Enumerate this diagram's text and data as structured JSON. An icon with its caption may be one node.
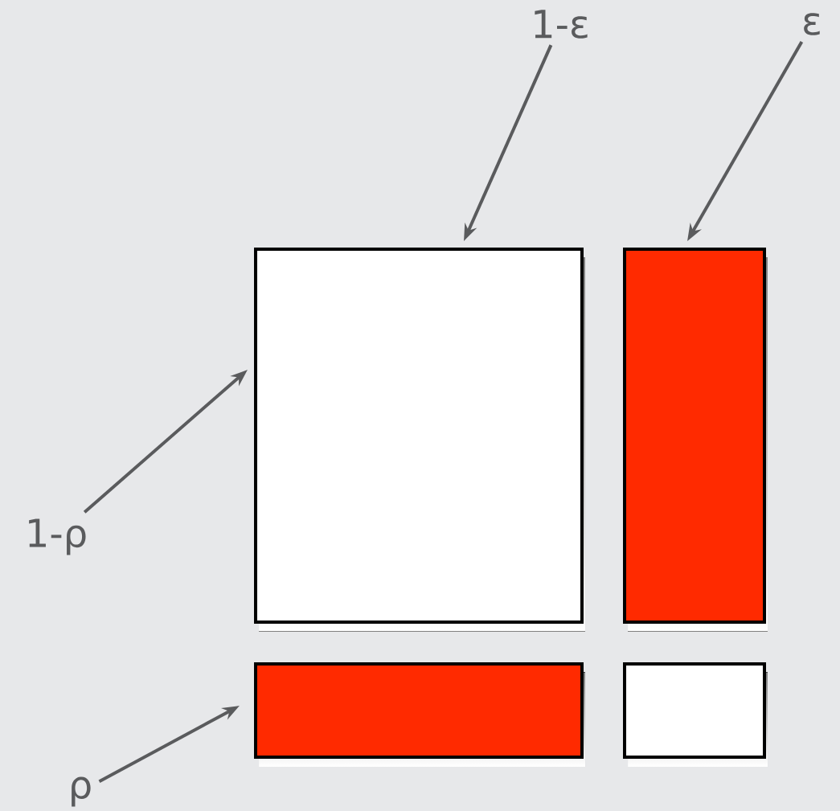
{
  "diagram": {
    "nodes": [
      {
        "text": [
          "1-ε"
        ]
      },
      {
        "text": [
          "ε"
        ]
      },
      {
        "text": [
          "1-ρ"
        ]
      },
      {
        "text": [
          "ρ"
        ]
      },
      {
        "text": [],
        "shape": "box"
      },
      {
        "text": [],
        "shape": "box"
      },
      {
        "text": [],
        "shape": "box"
      },
      {
        "text": [],
        "shape": "box"
      }
    ],
    "edges": [
      {
        "from": 0,
        "to": 4,
        "arrow": "to"
      },
      {
        "from": 1,
        "to": 5,
        "arrow": "to"
      },
      {
        "from": 2,
        "to": 4,
        "arrow": "to"
      },
      {
        "from": 3,
        "to": 6,
        "arrow": "to"
      }
    ]
  }
}
